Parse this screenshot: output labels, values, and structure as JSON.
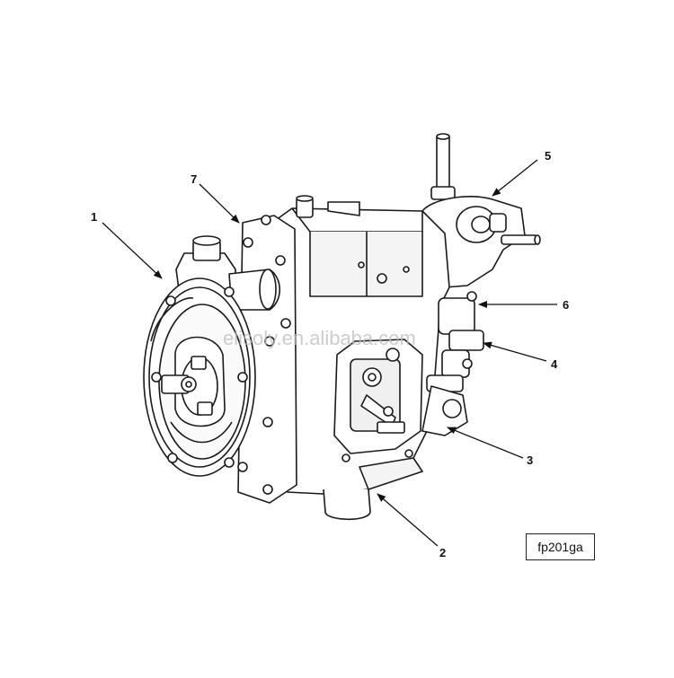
{
  "figure": {
    "reference_code": "fp201ga",
    "watermark": "elisoly.en.alibaba.com",
    "callouts": [
      {
        "id": "1",
        "label": "1"
      },
      {
        "id": "2",
        "label": "2"
      },
      {
        "id": "3",
        "label": "3"
      },
      {
        "id": "4",
        "label": "4"
      },
      {
        "id": "5",
        "label": "5"
      },
      {
        "id": "6",
        "label": "6"
      },
      {
        "id": "7",
        "label": "7"
      }
    ]
  },
  "colors": {
    "line": "#1a1a1a",
    "fill": "#ffffff",
    "shade": "#e9e9e9"
  }
}
